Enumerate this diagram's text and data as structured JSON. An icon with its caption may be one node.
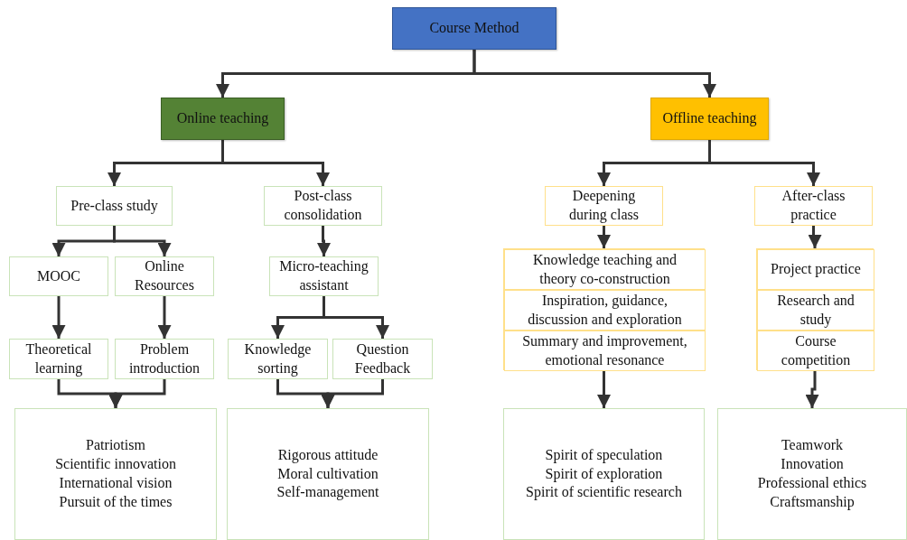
{
  "diagram": {
    "nodes": [
      {
        "text": [
          "Course Method"
        ]
      },
      {
        "text": [
          "Online teaching"
        ]
      },
      {
        "text": [
          "Offline teaching"
        ]
      },
      {
        "text": [
          "Pre-class study"
        ]
      },
      {
        "text": [
          "Post-class consolidation"
        ]
      },
      {
        "text": [
          "MOOC"
        ]
      },
      {
        "text": [
          "Online Resources"
        ]
      },
      {
        "text": [
          "Micro-teaching assistant"
        ]
      },
      {
        "text": [
          "Theoretical learning"
        ]
      },
      {
        "text": [
          "Problem introduction"
        ]
      },
      {
        "text": [
          "Knowledge sorting"
        ]
      },
      {
        "text": [
          "Question Feedback"
        ]
      },
      {
        "text": [
          "Patriotism",
          "Scientific innovation",
          "International vision",
          "Pursuit of the times"
        ]
      },
      {
        "text": [
          "Rigorous attitude",
          "Moral cultivation",
          "Self-management"
        ]
      },
      {
        "text": [
          "Deepening during class"
        ]
      },
      {
        "text": [],
        "shape": "box"
      },
      {
        "text": [
          "Knowledge teaching and theory co-construction"
        ],
        "in": 15
      },
      {
        "text": [
          "Inspiration, guidance, discussion and exploration"
        ],
        "in": 15
      },
      {
        "text": [
          "Summary and improvement, emotional resonance"
        ],
        "in": 15
      },
      {
        "text": [
          "After-class practice"
        ]
      },
      {
        "text": [],
        "shape": "box"
      },
      {
        "text": [
          "Project practice"
        ],
        "in": 20
      },
      {
        "text": [
          "Research and study"
        ],
        "in": 20
      },
      {
        "text": [
          "Course competition"
        ],
        "in": 20
      },
      {
        "text": [
          "Spirit of speculation",
          "Spirit of exploration",
          "Spirit of scientific research"
        ]
      },
      {
        "text": [
          "Teamwork",
          "Innovation",
          "Professional ethics",
          "Craftsmanship"
        ]
      }
    ],
    "edges": [
      {
        "from": 0,
        "to": 1,
        "arrow": "to"
      },
      {
        "from": 0,
        "to": 2,
        "arrow": "to"
      },
      {
        "from": 1,
        "to": 3,
        "arrow": "to"
      },
      {
        "from": 1,
        "to": 4,
        "arrow": "to"
      },
      {
        "from": 3,
        "to": 5,
        "arrow": "to"
      },
      {
        "from": 3,
        "to": 6,
        "arrow": "to"
      },
      {
        "from": 4,
        "to": 7,
        "arrow": "to"
      },
      {
        "from": 5,
        "to": 8,
        "arrow": "to"
      },
      {
        "from": 6,
        "to": 9,
        "arrow": "to"
      },
      {
        "from": 7,
        "to": 10,
        "arrow": "to"
      },
      {
        "from": 7,
        "to": 11,
        "arrow": "to"
      },
      {
        "from": 8,
        "to": 12,
        "arrow": "to"
      },
      {
        "from": 9,
        "to": 12,
        "arrow": "to"
      },
      {
        "from": 10,
        "to": 13,
        "arrow": "to"
      },
      {
        "from": 11,
        "to": 13,
        "arrow": "to"
      },
      {
        "from": 2,
        "to": 14,
        "arrow": "to"
      },
      {
        "from": 2,
        "to": 19,
        "arrow": "to"
      },
      {
        "from": 14,
        "to": 15,
        "arrow": "to"
      },
      {
        "from": 15,
        "to": 24,
        "arrow": "to"
      },
      {
        "from": 19,
        "to": 20,
        "arrow": "to"
      },
      {
        "from": 20,
        "to": 25,
        "arrow": "to"
      }
    ]
  }
}
